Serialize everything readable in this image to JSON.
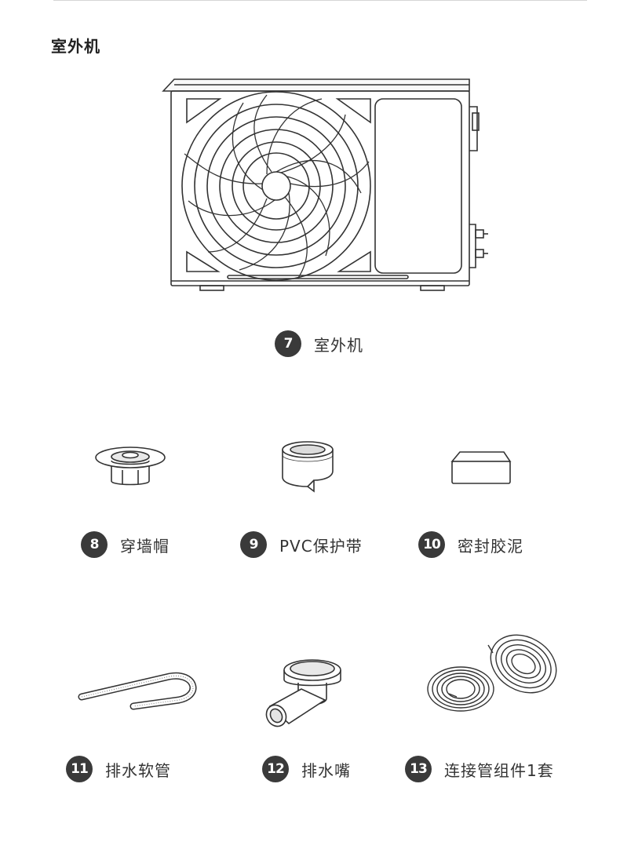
{
  "section_title": "室外机",
  "items": [
    {
      "number": "7",
      "label": "室外机",
      "icon": "outdoor-unit-icon"
    },
    {
      "number": "8",
      "label": "穿墙帽",
      "icon": "wall-cap-icon"
    },
    {
      "number": "9",
      "label": "PVC保护带",
      "icon": "pvc-tape-icon"
    },
    {
      "number": "10",
      "label": "密封胶泥",
      "icon": "sealing-putty-icon"
    },
    {
      "number": "11",
      "label": "排水软管",
      "icon": "drain-hose-icon"
    },
    {
      "number": "12",
      "label": "排水嘴",
      "icon": "drain-nozzle-icon"
    },
    {
      "number": "13",
      "label": "连接管组件1套",
      "icon": "connecting-pipe-set-icon"
    }
  ]
}
